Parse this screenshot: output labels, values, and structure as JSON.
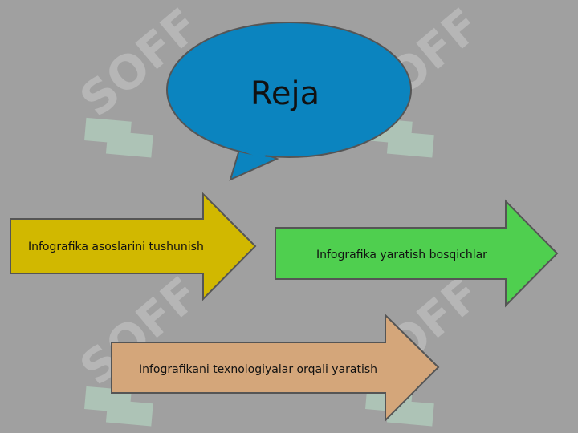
{
  "title": "Reja",
  "steps": [
    {
      "label": "Infografika asoslarini tushunish",
      "color": "#d1b800"
    },
    {
      "label": "Infografika yaratish bosqichlar",
      "color": "#4fcf4f"
    },
    {
      "label": "Infografikani texnologiyalar orqali yaratish",
      "color": "#d4a67a"
    }
  ],
  "watermark": {
    "text": "SOFF",
    "color": "#b8d8c8"
  },
  "colors": {
    "background": "#a0a0a0",
    "bubble": "#0b84bf",
    "outline": "#555555"
  }
}
